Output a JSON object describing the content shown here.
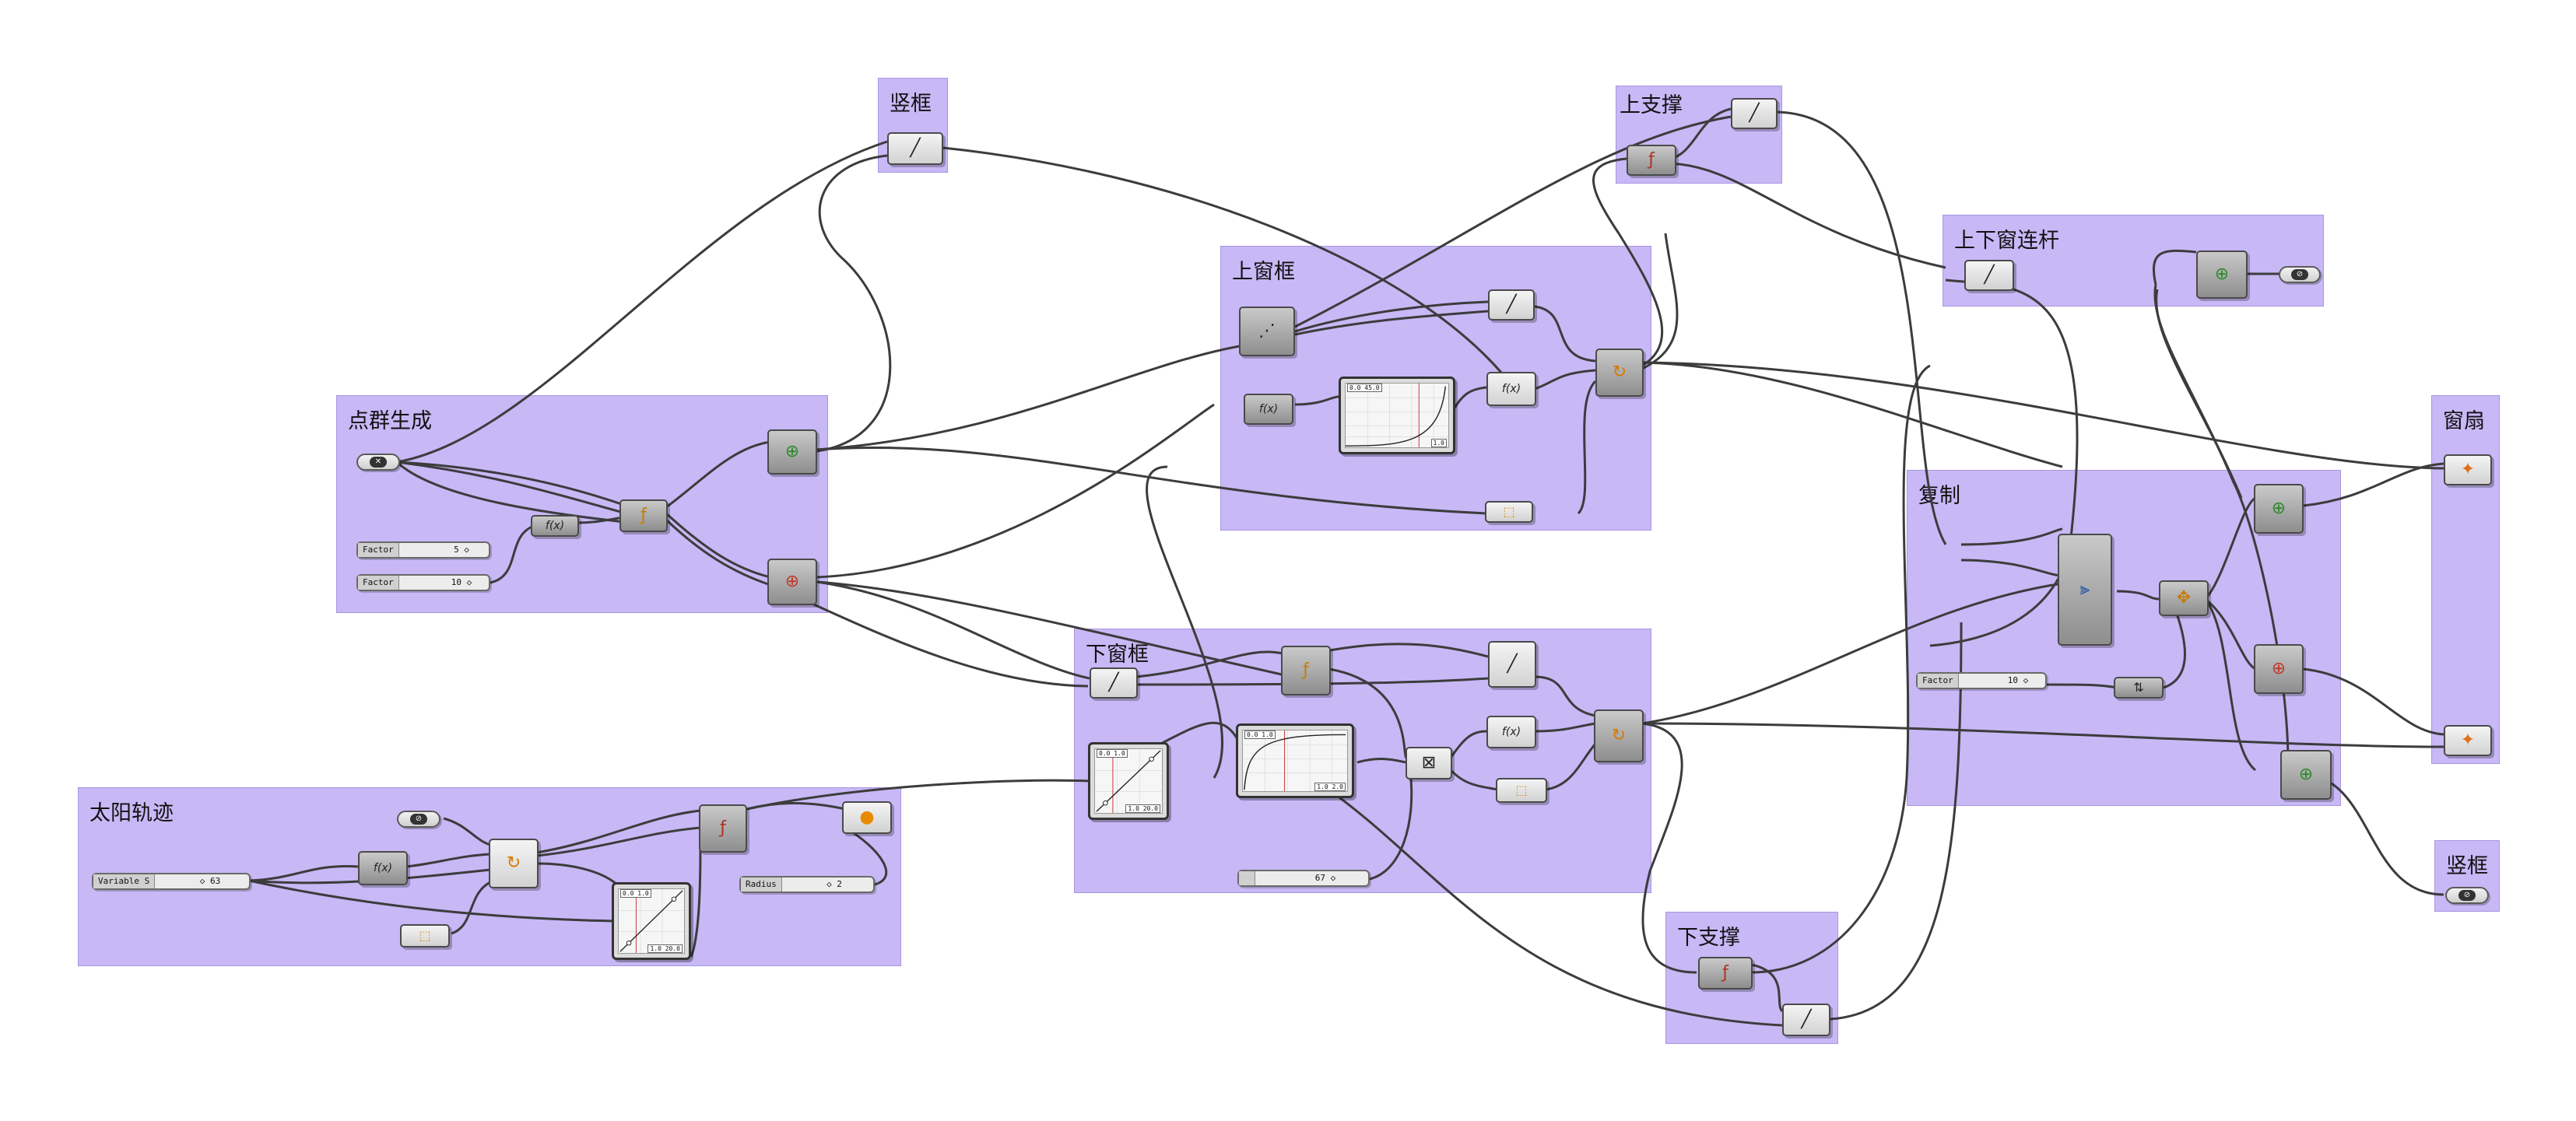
{
  "groups": {
    "diangu": "点群生成",
    "shukuang_top": "竖框",
    "shangchuangkuang": "上窗框",
    "shangzhicheng": "上支撑",
    "liangan": "上下窗连杆",
    "chuangshan": "窗扇",
    "fuzhi": "复制",
    "xiachuangkuang": "下窗框",
    "taiyang": "太阳轨迹",
    "xiazhicheng": "下支撑",
    "shukuang_bottom": "竖框"
  },
  "sliders": {
    "factor_a": {
      "label": "Factor",
      "value": "5 ◇"
    },
    "factor_b": {
      "label": "Factor",
      "value": "10 ◇"
    },
    "variable_s": {
      "label": "Variable S",
      "value": "◇ 63"
    },
    "radius": {
      "label": "Radius",
      "value": "◇ 2"
    },
    "slider_67": {
      "label": "",
      "value": "67 ◇"
    },
    "factor_c": {
      "label": "Factor",
      "value": "10 ◇"
    }
  },
  "graph_tags": {
    "g_top_tl": "0.0  45.0",
    "g_top_br": "1.0",
    "g_mid_tl": "0.0  1.0",
    "g_mid_br": "1.0  2.0",
    "g_low_tl": "0.0  1.0",
    "g_low_br": "1.0  20.0",
    "g_sun_tl": "0.0  1.0",
    "g_sun_br": "1.0  20.0"
  },
  "icons": {
    "line": "╱",
    "cross": "✕",
    "construct_point": "⊕",
    "expression": "f(x)",
    "evaluate": "ƒ",
    "flat": "✂",
    "domain": "⬚",
    "sphere": "●",
    "merge": "⫸",
    "multiply": "⊠",
    "move": "✥",
    "rotate": "↻",
    "series": "⇅",
    "divide": "⋰"
  }
}
